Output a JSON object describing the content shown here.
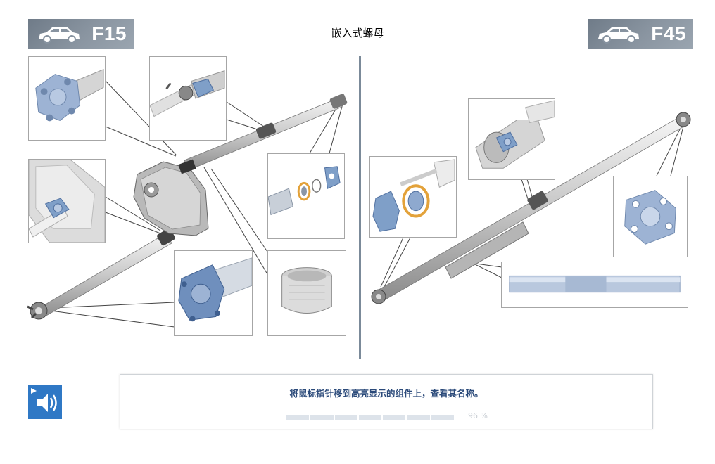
{
  "header": {
    "title": "嵌入式螺母",
    "left_model": "F15",
    "right_model": "F45"
  },
  "panel": {
    "instruction": "将鼠标指针移到高亮显示的组件上，查看其名称。",
    "progress_percent": 96,
    "progress_label": "96 %"
  },
  "icons": {
    "car": "suv-car-icon",
    "audio": "speaker-icon",
    "play": "play-triangle-icon"
  },
  "colors": {
    "badge": "#7f8a96",
    "highlight_blue": "#7f9fc8",
    "highlight_ring": "#e3a23a",
    "divider": "#7b8a99",
    "audio_button": "#2f78c5",
    "instruction_text": "#2b4a7a"
  }
}
